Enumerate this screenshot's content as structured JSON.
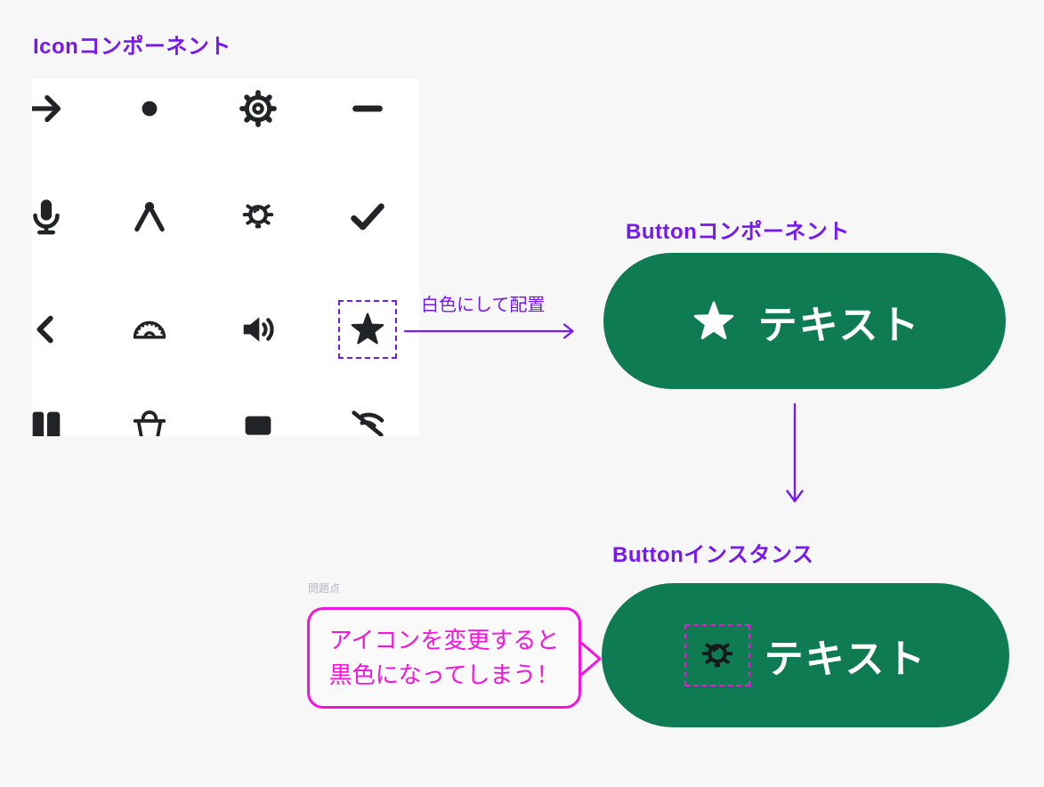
{
  "colors": {
    "accent_purple": "#7718EE",
    "button_green": "#0E7B52",
    "highlight_magenta": "#F414DB",
    "icon_black": "#222326",
    "panel_white": "#FFFFFF",
    "page_background": "#F7F7F8",
    "caption_gray": "#B3B7C2"
  },
  "icon_component": {
    "title": "Iconコンポーネント",
    "grid_icons": [
      "arrow-right-icon",
      "dot-icon",
      "gear-icon",
      "minus-icon",
      "microphone-icon",
      "compass-icon",
      "lightbulb-icon",
      "check-icon",
      "chevron-left-icon",
      "protractor-icon",
      "speaker-icon",
      "star-icon",
      "book-icon",
      "basket-icon",
      "rectangle-icon",
      "wifi-off-icon"
    ],
    "selected_icon": "star-icon"
  },
  "annotation_arrow": {
    "label": "白色にして配置"
  },
  "button_component": {
    "title": "Buttonコンポーネント",
    "icon": "star-icon",
    "label": "テキスト"
  },
  "button_instance": {
    "title": "Buttonインスタンス",
    "icon": "lightbulb-icon",
    "label": "テキスト"
  },
  "problem": {
    "caption": "問題点",
    "bubble_lines": [
      "アイコンを変更すると",
      "黒色になってしまう！"
    ]
  }
}
